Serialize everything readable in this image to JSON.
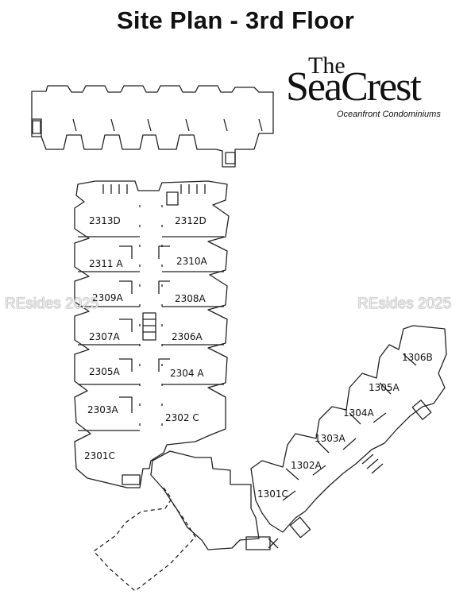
{
  "title": "Site Plan - 3rd Floor",
  "logo": {
    "the": "The",
    "name": "SeaCrest",
    "tagline": "Oceanfront Condominiums"
  },
  "units_left_column": [
    "2313D",
    "2311 A",
    "2309A",
    "2307A",
    "2305A",
    "2303A",
    "2301C"
  ],
  "units_right_column": [
    "2312D",
    "2310A",
    "2308A",
    "2306A",
    "2304 A",
    "2302 C"
  ],
  "units_diagonal_wing": [
    "1301C",
    "1302A",
    "1303A",
    "1304A",
    "1305A",
    "1306B"
  ],
  "watermarks": [
    "REsides 2025",
    "REsides 2025"
  ],
  "colors": {
    "line": "#222222",
    "background": "#ffffff"
  }
}
